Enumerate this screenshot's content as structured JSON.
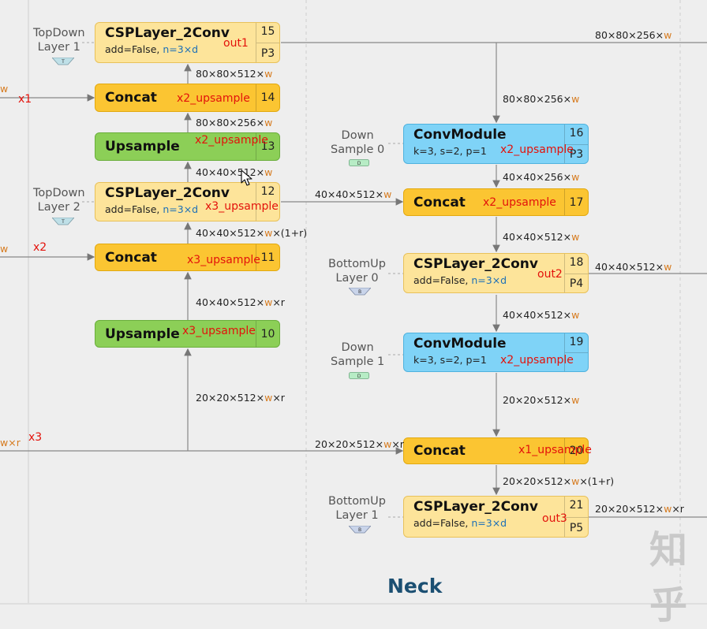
{
  "section_title": "Neck",
  "watermark": "知乎",
  "cursor_icon": "arrow-cursor",
  "blocks": [
    {
      "id": 15,
      "title": "CSPLayer_2Conv",
      "sub": "add=False,",
      "n": "n=3×d",
      "num": "15",
      "stage": "P3",
      "color": "yellow-light",
      "tag": "out1"
    },
    {
      "id": 14,
      "title": "Concat",
      "num": "14",
      "color": "yellow",
      "tag": "x2_upsample"
    },
    {
      "id": 13,
      "title": "Upsample",
      "num": "13",
      "color": "green",
      "tag": "x2_upsample"
    },
    {
      "id": 12,
      "title": "CSPLayer_2Conv",
      "sub": "add=False,",
      "n": "n=3×d",
      "num": "12",
      "color": "yellow-light",
      "tag": "x3_upsample"
    },
    {
      "id": 11,
      "title": "Concat",
      "num": "11",
      "color": "yellow",
      "tag": "x3_upsample"
    },
    {
      "id": 10,
      "title": "Upsample",
      "num": "10",
      "color": "green",
      "tag": "x3_upsample"
    },
    {
      "id": 16,
      "title": "ConvModule",
      "sub": "k=3, s=2, p=1",
      "num": "16",
      "stage": "P3",
      "color": "blue",
      "tag": "x2_upsample"
    },
    {
      "id": 17,
      "title": "Concat",
      "num": "17",
      "color": "yellow",
      "tag": "x2_upsample"
    },
    {
      "id": 18,
      "title": "CSPLayer_2Conv",
      "sub": "add=False,",
      "n": "n=3×d",
      "num": "18",
      "stage": "P4",
      "color": "yellow-light",
      "tag": "out2"
    },
    {
      "id": 19,
      "title": "ConvModule",
      "sub": "k=3, s=2, p=1",
      "num": "19",
      "color": "blue",
      "tag": "x2_upsample"
    },
    {
      "id": 20,
      "title": "Concat",
      "num": "20",
      "color": "yellow",
      "tag": "x1_upsample"
    },
    {
      "id": 21,
      "title": "CSPLayer_2Conv",
      "sub": "add=False,",
      "n": "n=3×d",
      "num": "21",
      "stage": "P5",
      "color": "yellow-light",
      "tag": "out3"
    }
  ],
  "side_labels": {
    "topdown1": [
      "TopDown",
      "Layer 1"
    ],
    "topdown1_badge": "T",
    "topdown2": [
      "TopDown",
      "Layer 2"
    ],
    "topdown2_badge": "T",
    "down0": [
      "Down",
      "Sample 0"
    ],
    "down0_badge": "D",
    "down1": [
      "Down",
      "Sample 1"
    ],
    "down1_badge": "D",
    "bottomup0": [
      "BottomUp",
      "Layer 0"
    ],
    "bottomup0_badge": "B",
    "bottomup1": [
      "BottomUp",
      "Layer 1"
    ],
    "bottomup1_badge": "B"
  },
  "inputs": {
    "x1": "x1",
    "x2": "x2",
    "x3": "x3",
    "x1_edge": "w",
    "x2_edge": "w",
    "x3_edge": "w×r"
  },
  "edges": {
    "e15_out": {
      "dims": "80×80×256×",
      "w": "w"
    },
    "e14_15": {
      "dims": "80×80×512×",
      "w": "w"
    },
    "e13_14": {
      "dims": "80×80×256×",
      "w": "w"
    },
    "e12_13": {
      "dims": "40×40×512×",
      "w": "w"
    },
    "e11_12": {
      "dims": "40×40×512×",
      "w": "w",
      "tail": "×(1+r)"
    },
    "e10_11": {
      "dims": "40×40×512×",
      "w": "w",
      "tail": "×r"
    },
    "e_in10": {
      "dims": "20×20×512×",
      "w": "w",
      "tail": "×r"
    },
    "e15_16": {
      "dims": "80×80×256×",
      "w": "w"
    },
    "e16_17": {
      "dims": "40×40×256×",
      "w": "w"
    },
    "e12_17": {
      "dims": "40×40×512×",
      "w": "w"
    },
    "e17_18": {
      "dims": "40×40×512×",
      "w": "w"
    },
    "e18_out": {
      "dims": "40×40×512×",
      "w": "w"
    },
    "e18_19": {
      "dims": "40×40×512×",
      "w": "w"
    },
    "e19_20": {
      "dims": "20×20×512×",
      "w": "w"
    },
    "e_in20": {
      "dims": "20×20×512×",
      "w": "w",
      "tail": "×r"
    },
    "e20_21": {
      "dims": "20×20×512×",
      "w": "w",
      "tail": "×(1+r)"
    },
    "e21_out": {
      "dims": "20×20×512×",
      "w": "w",
      "tail": "×r"
    }
  }
}
